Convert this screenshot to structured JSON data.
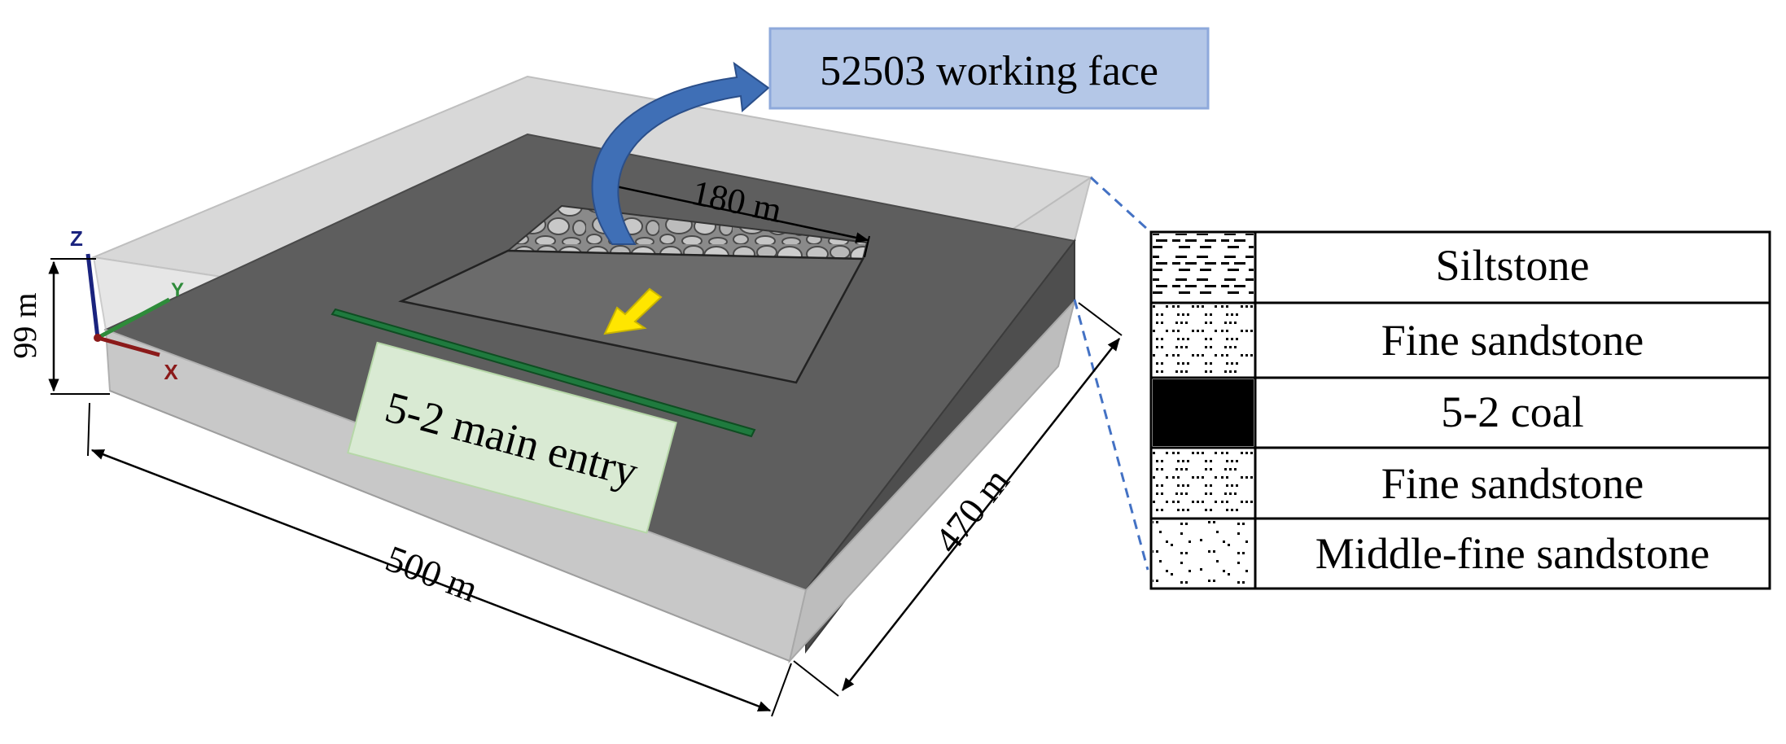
{
  "title_box": {
    "text": "52503 working face",
    "bg_color": "#b4c7e7"
  },
  "entry_box": {
    "text": "5-2 main entry",
    "bg_color": "#d9ead3"
  },
  "dimensions": {
    "face_width": "180 m",
    "model_length": "500 m",
    "model_width": "470 m",
    "model_height": "99 m"
  },
  "axes": {
    "z": "Z",
    "y": "Y",
    "x": "X"
  },
  "strata": [
    {
      "name": "Siltstone",
      "pattern": "siltstone"
    },
    {
      "name": "Fine sandstone",
      "pattern": "fine-sandstone"
    },
    {
      "name": "5-2 coal",
      "pattern": "coal"
    },
    {
      "name": "Fine sandstone",
      "pattern": "fine-sandstone"
    },
    {
      "name": "Middle-fine sandstone",
      "pattern": "middle-fine-sandstone"
    }
  ],
  "colors": {
    "gob_arrow": "#3f6fb6",
    "advance_arrow": "#ffe600",
    "main_entry_bar": "#1f7a3e",
    "coal_seam": "#5e5e5e",
    "rock_mass": "#c8c8c8",
    "dashed_leader": "#4472c4"
  }
}
